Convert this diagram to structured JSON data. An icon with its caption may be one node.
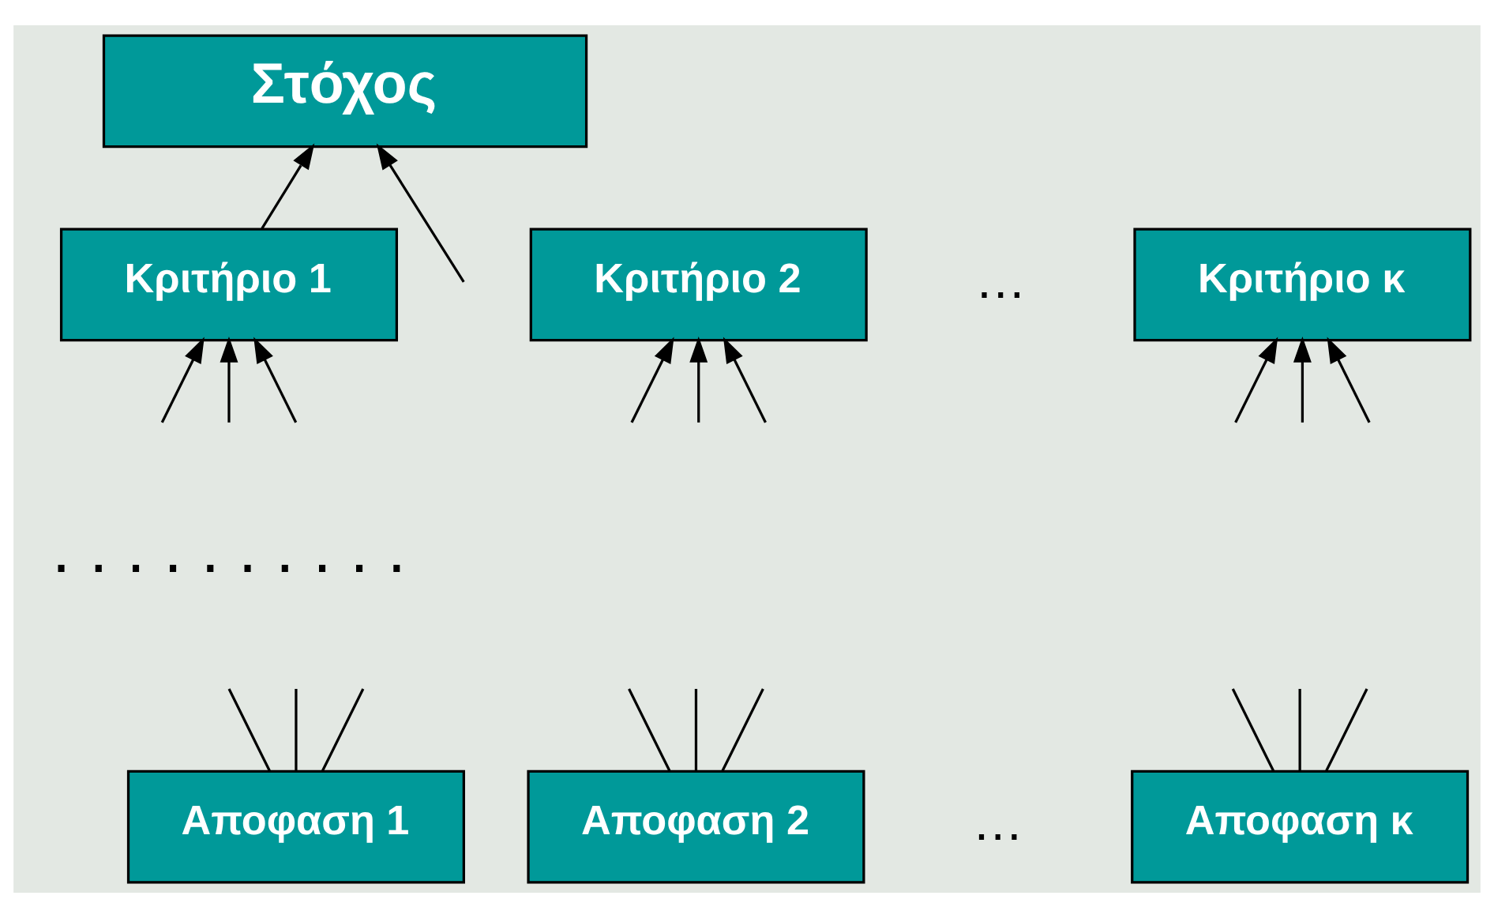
{
  "diagram": {
    "nodes": [
      {
        "text": [
          "Στόχος"
        ]
      },
      {
        "text": [
          "Κριτήριο 1"
        ]
      },
      {
        "text": [
          "Κριτήριο 2"
        ]
      },
      {
        "text": [
          "Κριτήριο κ"
        ]
      },
      {
        "text": [
          "Αποφαση 1"
        ]
      },
      {
        "text": [
          "Αποφαση 2"
        ]
      },
      {
        "text": [
          "Αποφαση κ"
        ]
      }
    ],
    "edges": [
      {
        "from": 1,
        "to": 0,
        "arrow": "to"
      },
      {
        "from": null,
        "to": 0,
        "arrow": "to"
      },
      {
        "from": null,
        "to": 1,
        "arrow": "to"
      },
      {
        "from": null,
        "to": 1,
        "arrow": "to"
      },
      {
        "from": null,
        "to": 1,
        "arrow": "to"
      },
      {
        "from": null,
        "to": 2,
        "arrow": "to"
      },
      {
        "from": null,
        "to": 2,
        "arrow": "to"
      },
      {
        "from": null,
        "to": 2,
        "arrow": "to"
      },
      {
        "from": null,
        "to": 3,
        "arrow": "to"
      },
      {
        "from": null,
        "to": 3,
        "arrow": "to"
      },
      {
        "from": null,
        "to": 3,
        "arrow": "to"
      },
      {
        "from": 4,
        "to": null,
        "arrow": "none"
      },
      {
        "from": 4,
        "to": null,
        "arrow": "none"
      },
      {
        "from": 4,
        "to": null,
        "arrow": "none"
      },
      {
        "from": 5,
        "to": null,
        "arrow": "none"
      },
      {
        "from": 5,
        "to": null,
        "arrow": "none"
      },
      {
        "from": 5,
        "to": null,
        "arrow": "none"
      },
      {
        "from": 6,
        "to": null,
        "arrow": "none"
      },
      {
        "from": 6,
        "to": null,
        "arrow": "none"
      },
      {
        "from": 6,
        "to": null,
        "arrow": "none"
      }
    ],
    "labels": [
      "…",
      ". . . . . . . . . .",
      "…"
    ]
  }
}
